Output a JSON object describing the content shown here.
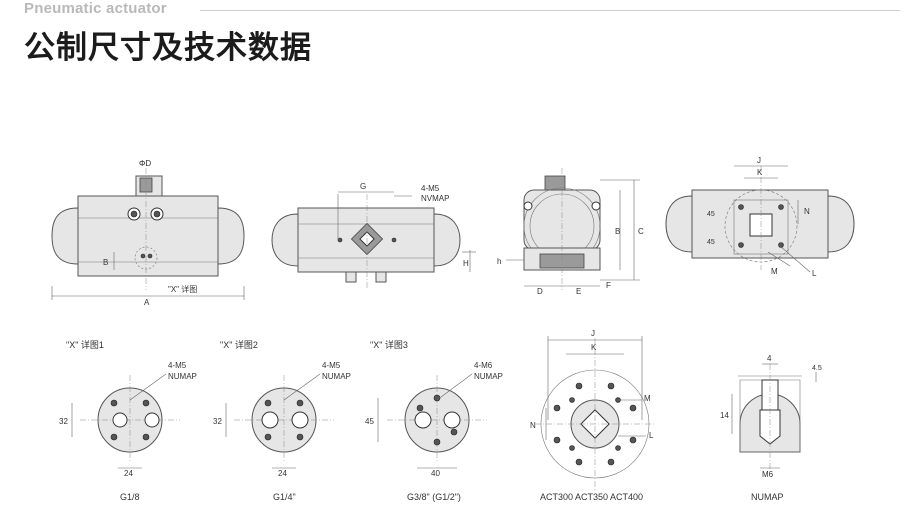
{
  "header": {
    "english_title": "Pneumatic actuator",
    "chinese_title": "公制尺寸及技术数据"
  },
  "top_views": {
    "front": {
      "dim_phi_d": "ΦD",
      "dim_b": "B",
      "dim_a": "A",
      "detail_label": "\"X\" 详图"
    },
    "side": {
      "dim_g": "G",
      "thread": "4-M5",
      "numap": "NVMAP",
      "dim_h": "H"
    },
    "end": {
      "dim_h_small": "h",
      "dim_b": "B",
      "dim_c": "C",
      "dim_d": "D",
      "dim_e": "E",
      "dim_f": "F"
    },
    "top": {
      "dim_j": "J",
      "dim_k": "K",
      "dim_n": "N",
      "angle": "45",
      "dim_m": "M",
      "dim_l": "L"
    }
  },
  "details": [
    {
      "title": "\"X\" 详图1",
      "thread": "4-M5",
      "numap": "NUMAP",
      "dim_v": "32",
      "dim_h": "24",
      "caption": "G1/8"
    },
    {
      "title": "\"X\" 详图2",
      "thread": "4-M5",
      "numap": "NUMAP",
      "dim_v": "32",
      "dim_h": "24",
      "caption": "G1/4\""
    },
    {
      "title": "\"X\" 详图3",
      "thread": "4-M6",
      "numap": "NUMAP",
      "dim_v": "45",
      "dim_h": "40",
      "caption": "G3/8\" (G1/2\")"
    }
  ],
  "flange": {
    "dim_j": "J",
    "dim_k": "K",
    "dim_m": "M",
    "dim_n": "N",
    "dim_l": "L",
    "caption": "ACT300 ACT350 ACT400"
  },
  "numap_section": {
    "dim_4": "4",
    "dim_45": "4.5",
    "dim_14": "14",
    "dim_m6": "M6",
    "caption": "NUMAP"
  }
}
